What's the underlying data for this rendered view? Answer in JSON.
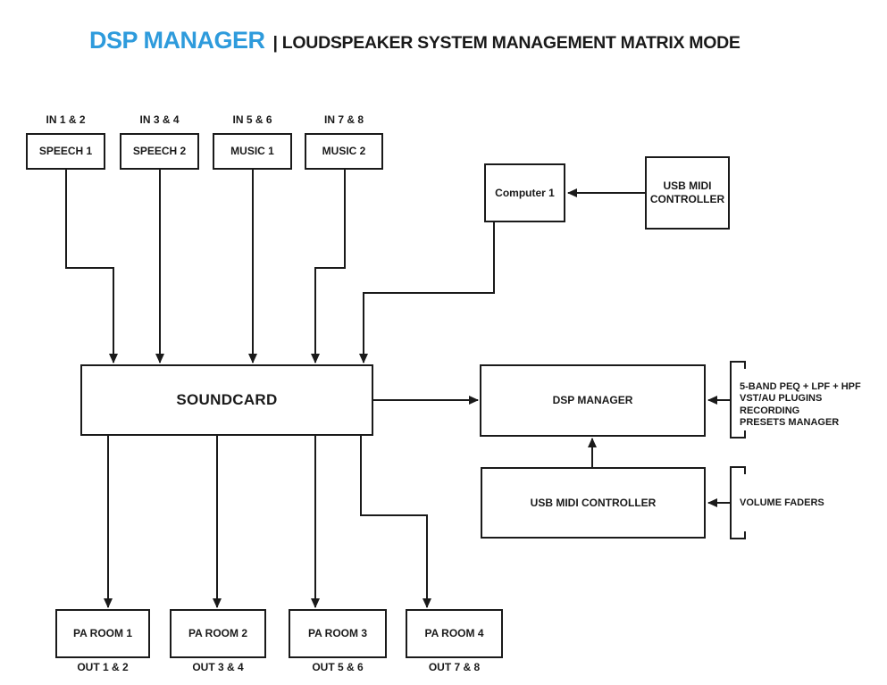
{
  "title": {
    "brand": "DSP MANAGER",
    "rest": "| LOUDSPEAKER SYSTEM MANAGEMENT MATRIX MODE"
  },
  "colors": {
    "brand_blue": "#2E9BDC",
    "line": "#1A1A1A",
    "background": "#FFFFFF"
  },
  "inputs": [
    {
      "port": "IN 1 & 2",
      "label": "SPEECH 1"
    },
    {
      "port": "IN 3 & 4",
      "label": "SPEECH 2"
    },
    {
      "port": "IN 5 & 6",
      "label": "MUSIC 1"
    },
    {
      "port": "IN 7 & 8",
      "label": "MUSIC 2"
    }
  ],
  "nodes": {
    "computer": "Computer 1",
    "usb_midi_top": {
      "line1": "USB MIDI",
      "line2": "CONTROLLER"
    },
    "soundcard": "SOUNDCARD",
    "dsp_manager": "DSP MANAGER",
    "usb_midi_bottom": "USB MIDI CONTROLLER"
  },
  "annotations": {
    "dsp_features": [
      "5-BAND PEQ + LPF + HPF",
      "VST/AU PLUGINS",
      "RECORDING",
      "PRESETS MANAGER"
    ],
    "usb_midi_note": "VOLUME FADERS"
  },
  "outputs": [
    {
      "label": "PA ROOM 1",
      "port": "OUT 1 & 2"
    },
    {
      "label": "PA ROOM 2",
      "port": "OUT 3 & 4"
    },
    {
      "label": "PA ROOM 3",
      "port": "OUT 5 & 6"
    },
    {
      "label": "PA ROOM 4",
      "port": "OUT 7 & 8"
    }
  ]
}
